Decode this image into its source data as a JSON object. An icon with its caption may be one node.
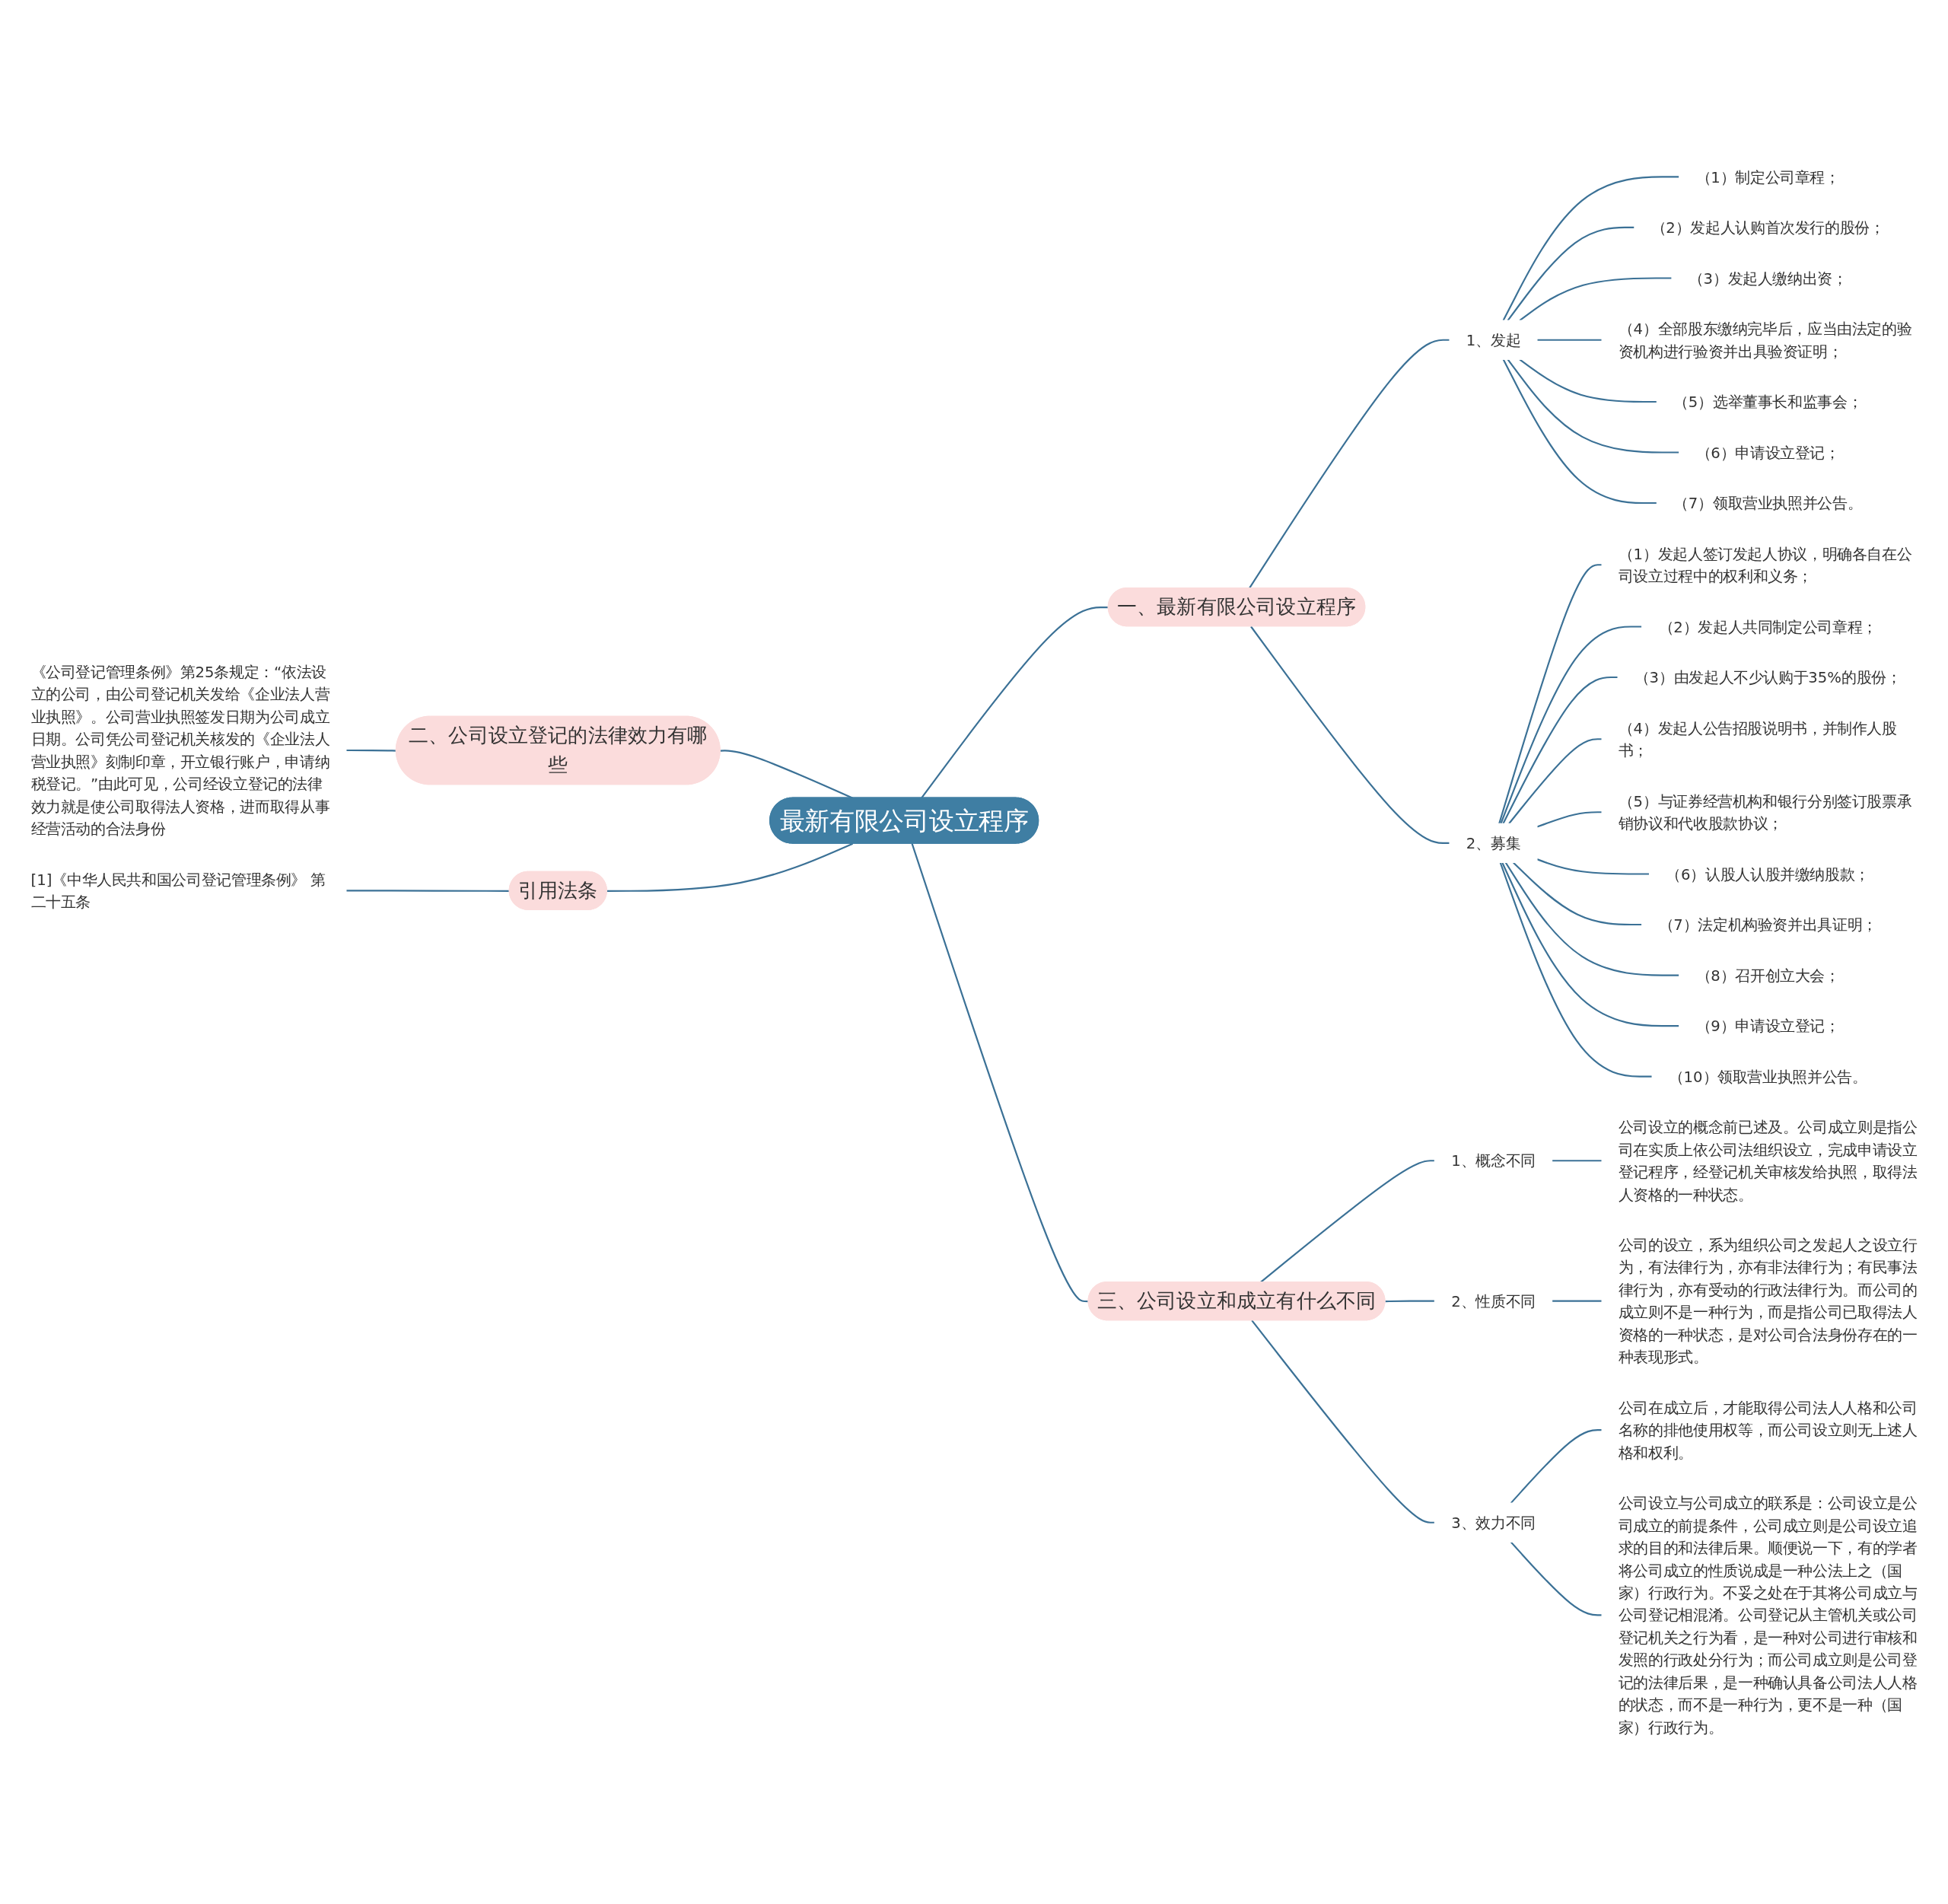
{
  "diagram": {
    "nodes": [
      {
        "text": [
          "最新有限公司设立程序"
        ]
      },
      {
        "text": [
          "一、最新有限公司设立程序"
        ]
      },
      {
        "text": [
          "1、发起"
        ]
      },
      {
        "text": [
          "（1）制定公司章程；"
        ]
      },
      {
        "text": [
          "（2）发起人认购首次发行的股份；"
        ]
      },
      {
        "text": [
          "（3）发起人缴纳出资；"
        ]
      },
      {
        "text": [
          "（4）全部股东缴纳完毕后，应当由法定的验资机构进行验资并出具验资证明；"
        ]
      },
      {
        "text": [
          "（5）选举董事长和监事会；"
        ]
      },
      {
        "text": [
          "（6）申请设立登记；"
        ]
      },
      {
        "text": [
          "（7）领取营业执照并公告。"
        ]
      },
      {
        "text": [
          "2、募集"
        ]
      },
      {
        "text": [
          "（1）发起人签订发起人协议，明确各自在公司设立过程中的权利和义务；"
        ]
      },
      {
        "text": [
          "（2）发起人共同制定公司章程；"
        ]
      },
      {
        "text": [
          "（3）由发起人不少认购于35%的股份；"
        ]
      },
      {
        "text": [
          "（4）发起人公告招股说明书，并制作人股书；"
        ]
      },
      {
        "text": [
          "（5）与证券经营机构和银行分别签订股票承销协议和代收股款协议；"
        ]
      },
      {
        "text": [
          "（6）认股人认股并缴纳股款；"
        ]
      },
      {
        "text": [
          "（7）法定机构验资并出具证明；"
        ]
      },
      {
        "text": [
          "（8）召开创立大会；"
        ]
      },
      {
        "text": [
          "（9）申请设立登记；"
        ]
      },
      {
        "text": [
          "（10）领取营业执照并公告。"
        ]
      },
      {
        "text": [
          "二、公司设立登记的法律效力有哪些"
        ]
      },
      {
        "text": [
          "《公司登记管理条例》第25条规定：“依法设立的公司，由公司登记机关发给《企业法人营业执照》。公司营业执照签发日期为公司成立日期。公司凭公司登记机关核发的《企业法人营业执照》刻制印章，开立银行账户，申请纳税登记。”由此可见，公司经设立登记的法律效力就是使公司取得法人资格，进而取得从事经营活动的合法身份"
        ]
      },
      {
        "text": [
          "引用法条"
        ]
      },
      {
        "text": [
          "[1]《中华人民共和国公司登记管理条例》 第二十五条"
        ]
      },
      {
        "text": [
          "三、公司设立和成立有什么不同"
        ]
      },
      {
        "text": [
          "1、概念不同"
        ]
      },
      {
        "text": [
          "公司设立的概念前已述及。公司成立则是指公司在实质上依公司法组织设立，完成申请设立登记程序，经登记机关审核发给执照，取得法人资格的一种状态。"
        ]
      },
      {
        "text": [
          "2、性质不同"
        ]
      },
      {
        "text": [
          "公司的设立，系为组织公司之发起人之设立行为，有法律行为，亦有非法律行为；有民事法律行为，亦有受动的行政法律行为。而公司的成立则不是一种行为，而是指公司已取得法人资格的一种状态，是对公司合法身份存在的一种表现形式。"
        ]
      },
      {
        "text": [
          "3、效力不同"
        ]
      },
      {
        "text": [
          "公司在成立后，才能取得公司法人人格和公司名称的排他使用权等，而公司设立则无上述人格和权利。"
        ]
      },
      {
        "text": [
          "公司设立与公司成立的联系是：公司设立是公司成立的前提条件，公司成立则是公司设立追求的目的和法律后果。顺便说一下，有的学者将公司成立的性质说成是一种公法上之（国家）行政行为。不妥之处在于其将公司成立与公司登记相混淆。公司登记从主管机关或公司登记机关之行为看，是一种对公司进行审核和发照的行政处分行为；而公司成立则是公司登记的法律后果，是一种确认具备公司法人人格的状态，而不是一种行为，更不是一种（国家）行政行为。"
        ]
      }
    ],
    "edges": [
      {
        "from": 0,
        "to": 1,
        "arrow": "none"
      },
      {
        "from": 1,
        "to": 2,
        "arrow": "none"
      },
      {
        "from": 2,
        "to": 3,
        "arrow": "none"
      },
      {
        "from": 2,
        "to": 4,
        "arrow": "none"
      },
      {
        "from": 2,
        "to": 5,
        "arrow": "none"
      },
      {
        "from": 2,
        "to": 6,
        "arrow": "none"
      },
      {
        "from": 2,
        "to": 7,
        "arrow": "none"
      },
      {
        "from": 2,
        "to": 8,
        "arrow": "none"
      },
      {
        "from": 2,
        "to": 9,
        "arrow": "none"
      },
      {
        "from": 1,
        "to": 10,
        "arrow": "none"
      },
      {
        "from": 10,
        "to": 11,
        "arrow": "none"
      },
      {
        "from": 10,
        "to": 12,
        "arrow": "none"
      },
      {
        "from": 10,
        "to": 13,
        "arrow": "none"
      },
      {
        "from": 10,
        "to": 14,
        "arrow": "none"
      },
      {
        "from": 10,
        "to": 15,
        "arrow": "none"
      },
      {
        "from": 10,
        "to": 16,
        "arrow": "none"
      },
      {
        "from": 10,
        "to": 17,
        "arrow": "none"
      },
      {
        "from": 10,
        "to": 18,
        "arrow": "none"
      },
      {
        "from": 10,
        "to": 19,
        "arrow": "none"
      },
      {
        "from": 10,
        "to": 20,
        "arrow": "none"
      },
      {
        "from": 0,
        "to": 21,
        "arrow": "none"
      },
      {
        "from": 21,
        "to": 22,
        "arrow": "none"
      },
      {
        "from": 0,
        "to": 23,
        "arrow": "none"
      },
      {
        "from": 23,
        "to": 24,
        "arrow": "none"
      },
      {
        "from": 0,
        "to": 25,
        "arrow": "none"
      },
      {
        "from": 25,
        "to": 26,
        "arrow": "none"
      },
      {
        "from": 26,
        "to": 27,
        "arrow": "none"
      },
      {
        "from": 25,
        "to": 28,
        "arrow": "none"
      },
      {
        "from": 28,
        "to": 29,
        "arrow": "none"
      },
      {
        "from": 25,
        "to": 30,
        "arrow": "none"
      },
      {
        "from": 30,
        "to": 31,
        "arrow": "none"
      },
      {
        "from": 30,
        "to": 32,
        "arrow": "none"
      }
    ]
  }
}
